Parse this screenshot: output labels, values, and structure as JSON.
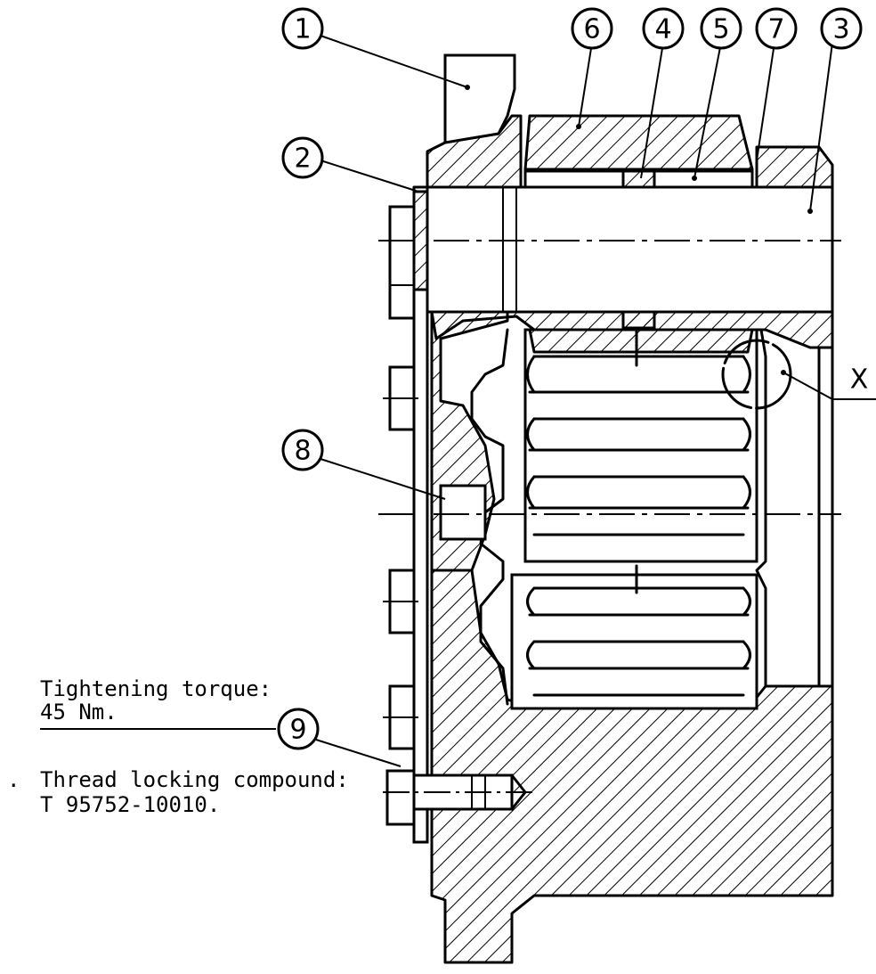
{
  "callouts": {
    "c1": "1",
    "c2": "2",
    "c3": "3",
    "c4": "4",
    "c5": "5",
    "c6": "6",
    "c7": "7",
    "c8": "8",
    "c9": "9"
  },
  "detail_marker": "X",
  "notes": {
    "torque_label": "Tightening torque:",
    "torque_value": "45 Nm.",
    "locking_label": "Thread locking compound:",
    "locking_value": "T 95752-10010.",
    "bullet": "."
  }
}
